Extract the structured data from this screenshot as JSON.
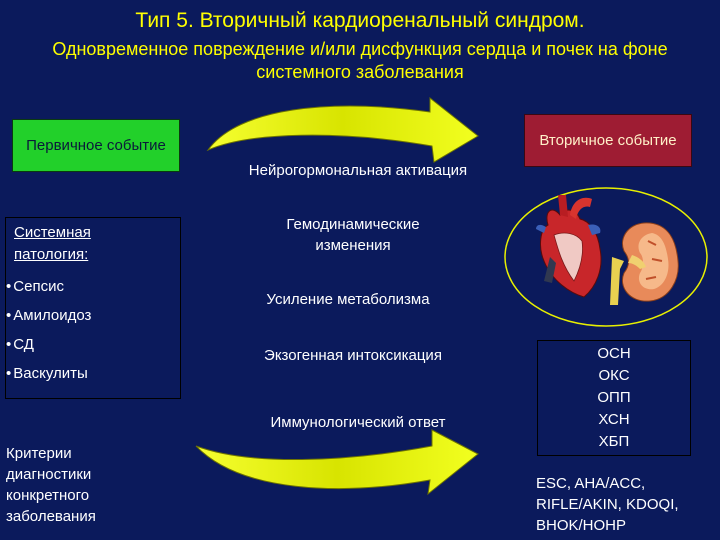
{
  "header": {
    "title": "Тип 5. Вторичный кардиоренальный синдром.",
    "subtitle": "Одновременное повреждение и/или дисфункция сердца и почек на фоне системного заболевания"
  },
  "primary_event": {
    "label": "Первичное событие"
  },
  "secondary_event": {
    "label": "Вторичное событие"
  },
  "mechanisms": [
    "Нейрогормональная активация",
    "Гемодинамические изменения",
    "Усиление метаболизма",
    "Экзогенная интоксикация",
    "Иммунологический ответ"
  ],
  "systemic": {
    "title": "Системная патология:",
    "items": [
      "Сепсис",
      "Амилоидоз",
      "СД",
      "Васкулиты"
    ]
  },
  "outcomes": [
    "ОСН",
    "ОКС",
    "ОПП",
    "ХСН",
    "ХБП"
  ],
  "criteria": "Критерии диагностики конкретного заболевания",
  "guidelines": "ESC, AHA/ACC, RIFLE/AKIN, KDOQI, BHOK/HOHP",
  "colors": {
    "background": "#0b1a5c",
    "title": "#ffff00",
    "primary_box": "#22d02a",
    "secondary_box": "#9e1c33",
    "arrow": "#e8f000",
    "organ_circle_border": "#e8f000"
  },
  "icons": [
    "curved-arrow-icon",
    "heart-icon",
    "kidney-icon"
  ]
}
